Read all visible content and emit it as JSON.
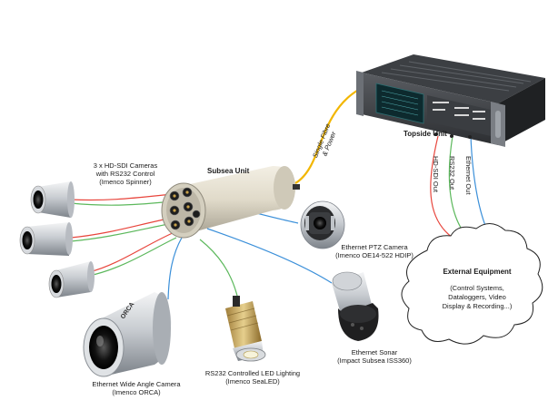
{
  "labels": {
    "hdsdi_cameras": [
      "3 x HD-SDI Cameras",
      "with RS232 Control",
      "(Imenco Spinner)"
    ],
    "subsea_unit": "Subsea Unit",
    "topside_unit": "Topside Unit",
    "single_fibre": [
      "Single Fibre",
      "& Power"
    ],
    "hdsdi_out": "HD-SDI Out",
    "rs232_out": "RS232 Out",
    "ethernet_out": "Ethernet Out",
    "ptz_camera": [
      "Ethernet PTZ Camera",
      "(Imenco OE14-522 HDIP)"
    ],
    "external_equipment": "External Equipment",
    "external_equipment_desc": [
      "(Control Systems,",
      "Dataloggers, Video",
      "Display & Recording...)"
    ],
    "wide_angle_camera": [
      "Ethernet Wide Angle Camera",
      "(Imenco ORCA)"
    ],
    "led_lighting": [
      "RS232 Controlled LED Lighting",
      "(Imenco SeaLED)"
    ],
    "sonar": [
      "Ethernet Sonar",
      "(Impact Subsea ISS360)"
    ],
    "orca_brand": "ORCA"
  },
  "colors": {
    "fibre": "#f2b600",
    "hdsdi": "#e8453c",
    "rs232": "#5cb85c",
    "ethernet": "#3a8fd9",
    "steel": "#c9ccd0",
    "dark": "#2b2b2b"
  }
}
